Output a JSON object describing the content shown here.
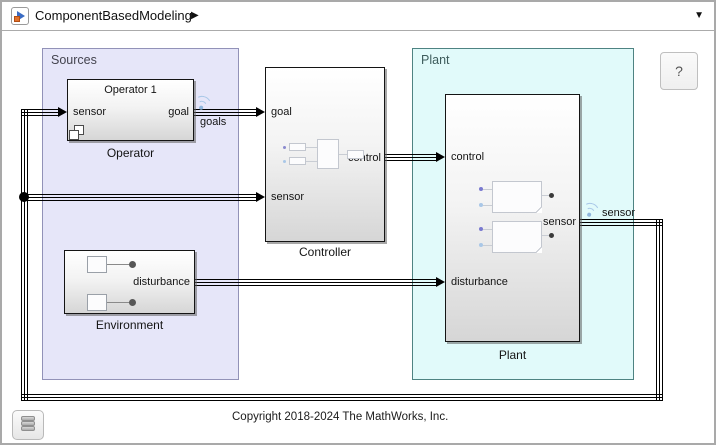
{
  "titlebar": {
    "breadcrumb": "ComponentBasedModeling",
    "breadcrumb_arrow": "▶",
    "dropdown_arrow": "▼"
  },
  "help_button": "?",
  "copyright": "Copyright 2018-2024 The MathWorks, Inc.",
  "areas": {
    "sources": {
      "label": "Sources",
      "fill": "#e6e6f9",
      "border": "#9292b8"
    },
    "plant": {
      "label": "Plant",
      "fill": "#e1fafa",
      "border": "#4e8382"
    }
  },
  "blocks": {
    "operator": {
      "title": "Operator 1",
      "caption": "Operator",
      "port_in": "sensor",
      "port_out": "goal"
    },
    "controller": {
      "caption": "Controller",
      "port_in1": "goal",
      "port_in2": "sensor",
      "port_out": "control"
    },
    "environment": {
      "caption": "Environment",
      "port_out": "disturbance"
    },
    "plant": {
      "caption": "Plant",
      "port_in1": "control",
      "port_in2": "disturbance",
      "port_out": "sensor"
    }
  },
  "annotations": {
    "goals": "goals",
    "sensor": "sensor"
  },
  "colors": {
    "wire": "#000000",
    "wifi_badge": "#a9c8e8",
    "block_border": "#141414"
  }
}
